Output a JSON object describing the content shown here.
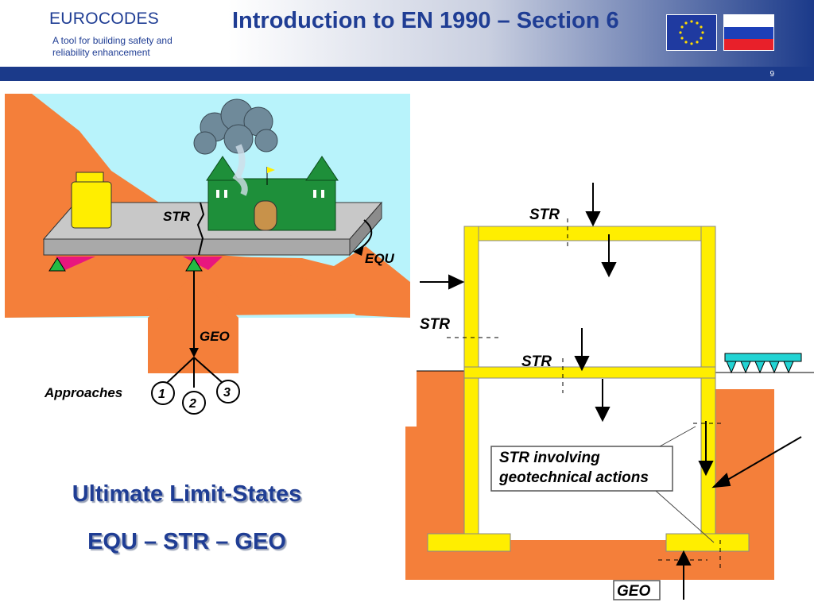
{
  "header": {
    "brand": "EUROCODES",
    "tagline": "A tool for building safety and reliability enhancement",
    "slide_title": "Introduction to EN 1990 – Section 6",
    "page_number": "9"
  },
  "left_figure": {
    "str_label": "STR",
    "equ_label": "EQU",
    "geo_label": "GEO",
    "approaches_label": "Approaches",
    "approach_1": "1",
    "approach_2": "2",
    "approach_3": "3"
  },
  "right_figure": {
    "str_top": "STR",
    "str_side": "STR",
    "str_mid": "STR",
    "str_geotech_line1": "STR involving",
    "str_geotech_line2": "geotechnical actions",
    "geo_label": "GEO"
  },
  "main": {
    "heading": "Ultimate Limit-States",
    "subheading": "EQU – STR – GEO"
  },
  "colors": {
    "brand_blue": "#1f3d94",
    "soil_orange": "#f47f3a",
    "frame_yellow": "#ffee00",
    "sky_blue": "#b8f3fb"
  }
}
